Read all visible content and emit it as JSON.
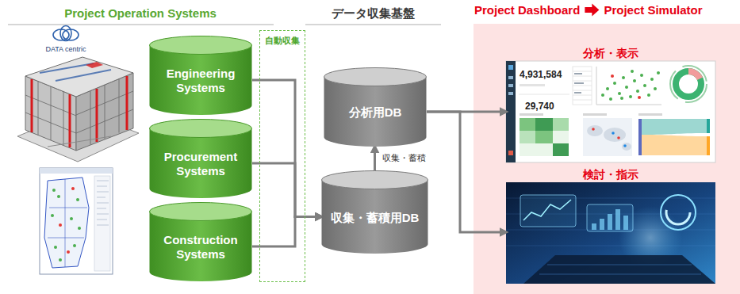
{
  "diagram": {
    "nodes": [
      {
        "text": [
          "Engineering Systems"
        ]
      },
      {
        "text": [
          "Procurement Systems"
        ]
      },
      {
        "text": [
          "Construction Systems"
        ]
      },
      {
        "text": [
          "自動収集"
        ]
      },
      {
        "text": [
          "分析用DB"
        ]
      },
      {
        "text": [
          "収集・蓄積用DB"
        ]
      },
      {
        "text": [
          "Project Dashboard",
          "Project Simulator"
        ]
      },
      {
        "text": [
          "分析・表示"
        ],
        "in": 6
      },
      {
        "text": [
          "検討・指示"
        ],
        "in": 6
      }
    ],
    "edges": [
      {
        "from": 0,
        "to": 5,
        "arrow": "to"
      },
      {
        "from": 1,
        "to": 5,
        "arrow": "to"
      },
      {
        "from": 2,
        "to": 5,
        "arrow": "to"
      },
      {
        "from": 5,
        "to": 4,
        "label": "収集・蓄積",
        "arrow": "to"
      },
      {
        "from": 4,
        "to": 7,
        "arrow": "to"
      },
      {
        "from": 4,
        "to": 8,
        "arrow": "to"
      }
    ],
    "labels": [
      "Project Operation Systems",
      "データ収集基盤",
      "DATA centric",
      "4,931,584",
      "29,740"
    ]
  }
}
